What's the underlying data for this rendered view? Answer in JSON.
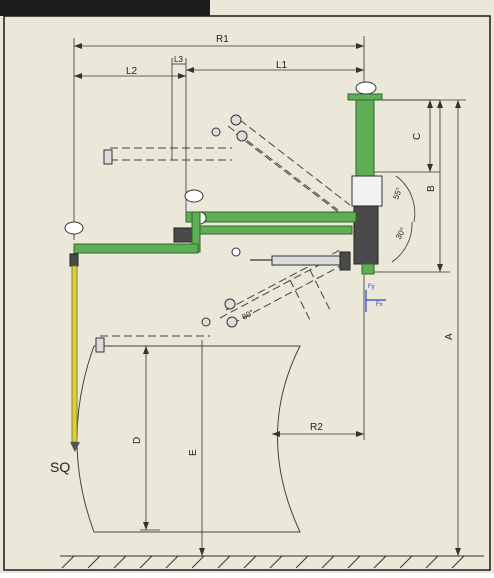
{
  "colors": {
    "background": "#ebe7d9",
    "frame": "#1a1a1a",
    "arm_green": "#5fae55",
    "arm_dark_green": "#3d8a3a",
    "pipe_yellow": "#d8d040",
    "body_dark": "#4a4a4a",
    "dim_line": "#333333",
    "dashed": "#444444",
    "axis_blue": "#2a3fd0"
  },
  "dimensions": {
    "r1": "R1",
    "l2": "L2",
    "l3": "L3",
    "l1": "L1",
    "c": "C",
    "b": "B",
    "a": "A",
    "d": "D",
    "e": "E",
    "r2": "R2",
    "angle_upper": "55°",
    "angle_lower": "30°",
    "angle_left": "60°"
  },
  "labels": {
    "sq": "SQ",
    "axis_y": "Fy",
    "axis_x": "Fx"
  }
}
